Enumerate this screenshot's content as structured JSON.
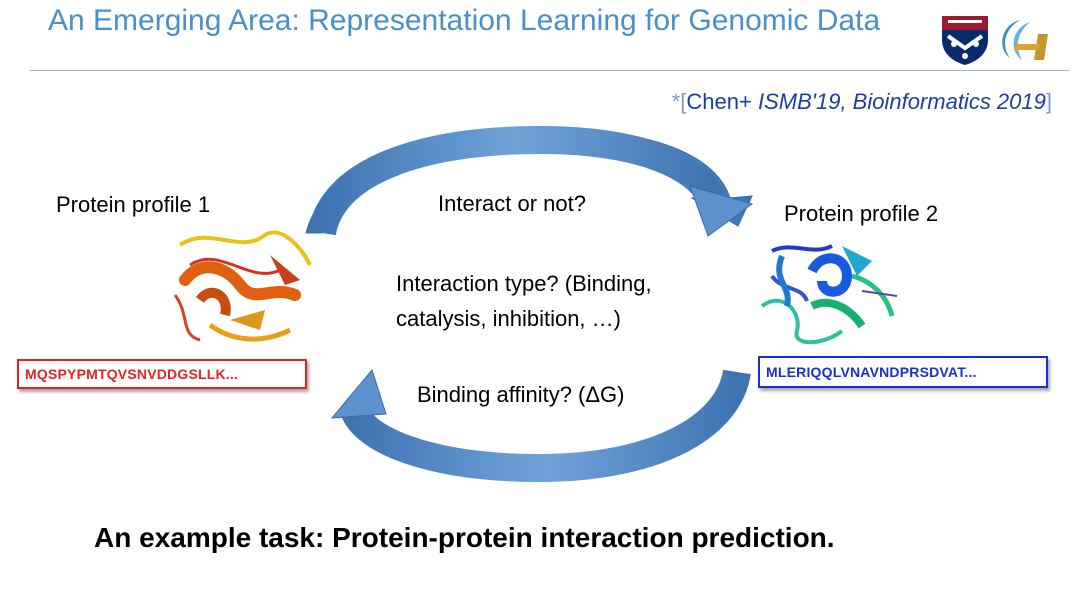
{
  "slide": {
    "title": "An Emerging Area: Representation Learning for Genomic Data",
    "citation": {
      "prefix": "*[",
      "author": "Chen+ ",
      "venues": "ISMB'19, Bioinformatics 2019",
      "suffix": "]"
    },
    "protein1": {
      "label": "Protein profile 1",
      "sequence": "MQSPYPMTQVSNVDDGSLLK..."
    },
    "protein2": {
      "label": "Protein profile 2",
      "sequence": "MLERIQQLVNAVNDPRSDVAT..."
    },
    "questions": {
      "interact": "Interact or not?",
      "type_line1": "Interaction type? (Binding,",
      "type_line2": "catalysis, inhibition, …)",
      "affinity": "Binding affinity? (ΔG)"
    },
    "caption": "An example task: Protein-protein interaction prediction.",
    "colors": {
      "title": "#4a8fc9",
      "arrow": "#4f86c6",
      "seq1_border": "#e82020",
      "seq2_border": "#1a2fd0"
    },
    "logos": [
      "penn-shield-logo",
      "group-logo"
    ]
  }
}
